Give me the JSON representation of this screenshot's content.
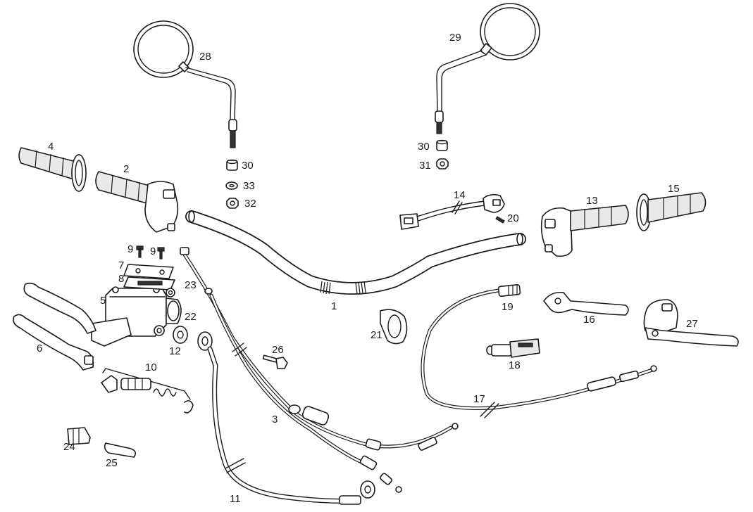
{
  "labels": {
    "l1": "1",
    "l2": "2",
    "l3": "3",
    "l4": "4",
    "l5": "5",
    "l6": "6",
    "l7": "7",
    "l8": "8",
    "l9a": "9",
    "l9b": "9",
    "l10": "10",
    "l11": "11",
    "l12": "12",
    "l13": "13",
    "l14": "14",
    "l15": "15",
    "l16": "16",
    "l17": "17",
    "l18": "18",
    "l19": "19",
    "l20": "20",
    "l21": "21",
    "l22": "22",
    "l23": "23",
    "l24": "24",
    "l25": "25",
    "l26": "26",
    "l27": "27",
    "l28": "28",
    "l29": "29",
    "l30a": "30",
    "l30b": "30",
    "l31": "31",
    "l32": "32",
    "l33": "33"
  }
}
